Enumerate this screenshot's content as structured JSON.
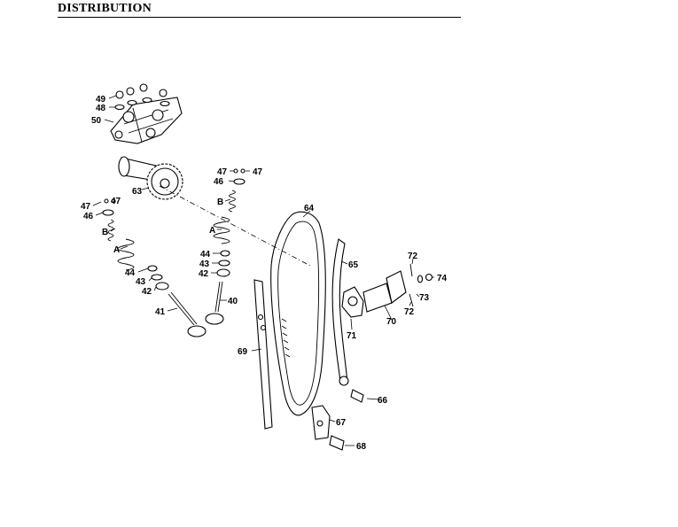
{
  "header": {
    "title": "DISTRIBUTION"
  },
  "callouts": {
    "p40": "40",
    "p41": "41",
    "p42a": "42",
    "p42b": "42",
    "p43a": "43",
    "p43b": "43",
    "p44a": "44",
    "p44b": "44",
    "p46a": "46",
    "p46b": "46",
    "p47a": "47",
    "p47b": "47",
    "p47c": "47",
    "p47d": "47",
    "p48": "48",
    "p49": "49",
    "p50": "50",
    "p63": "63",
    "p64": "64",
    "p65": "65",
    "p66": "66",
    "p67": "67",
    "p68": "68",
    "p69": "69",
    "p70": "70",
    "p71": "71",
    "p72a": "72",
    "p72b": "72",
    "p73": "73",
    "p74": "74",
    "springA1": "A",
    "springB1": "B",
    "springA2": "A",
    "springB2": "B"
  }
}
